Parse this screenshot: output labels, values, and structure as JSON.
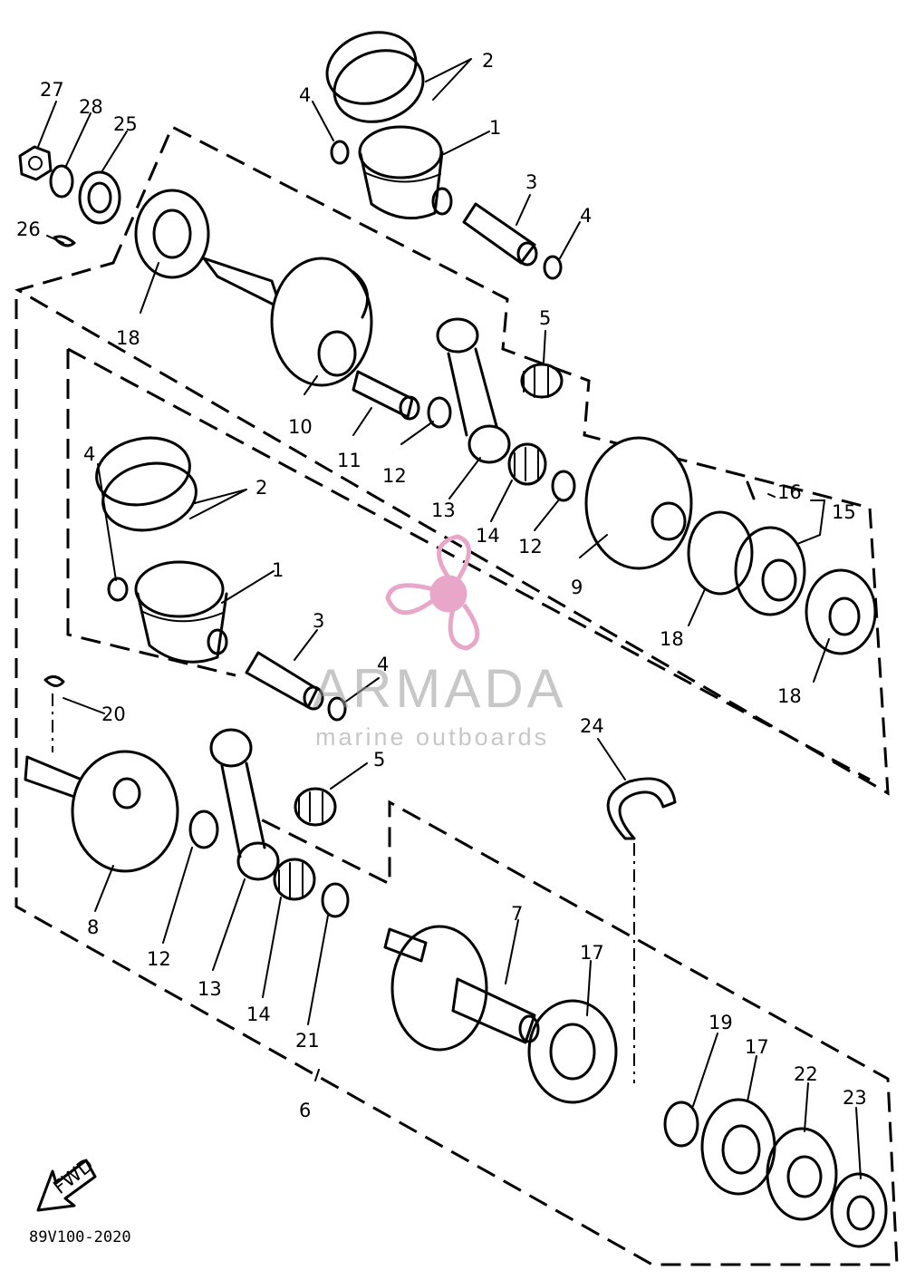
{
  "diagram_code": "89V100-2020",
  "watermark": {
    "brand": "ARMADA",
    "tagline": "marine outboards",
    "color": "#e8a6c8"
  },
  "fwd_arrow": {
    "label": "FWD"
  },
  "callouts": [
    {
      "id": "c2a",
      "text": "2"
    },
    {
      "id": "c4a",
      "text": "4"
    },
    {
      "id": "c1a",
      "text": "1"
    },
    {
      "id": "c3a",
      "text": "3"
    },
    {
      "id": "c4b",
      "text": "4"
    },
    {
      "id": "c27",
      "text": "27"
    },
    {
      "id": "c28",
      "text": "28"
    },
    {
      "id": "c25",
      "text": "25"
    },
    {
      "id": "c26",
      "text": "26"
    },
    {
      "id": "c18a",
      "text": "18"
    },
    {
      "id": "c5a",
      "text": "5"
    },
    {
      "id": "c10",
      "text": "10"
    },
    {
      "id": "c11",
      "text": "11"
    },
    {
      "id": "c12a",
      "text": "12"
    },
    {
      "id": "c13a",
      "text": "13"
    },
    {
      "id": "c14a",
      "text": "14"
    },
    {
      "id": "c12b",
      "text": "12"
    },
    {
      "id": "c9",
      "text": "9"
    },
    {
      "id": "c16",
      "text": "16"
    },
    {
      "id": "c15",
      "text": "15"
    },
    {
      "id": "c18b",
      "text": "18"
    },
    {
      "id": "c18c",
      "text": "18"
    },
    {
      "id": "c2b",
      "text": "2"
    },
    {
      "id": "c4c",
      "text": "4"
    },
    {
      "id": "c1b",
      "text": "1"
    },
    {
      "id": "c3b",
      "text": "3"
    },
    {
      "id": "c4d",
      "text": "4"
    },
    {
      "id": "c20",
      "text": "20"
    },
    {
      "id": "c5b",
      "text": "5"
    },
    {
      "id": "c24",
      "text": "24"
    },
    {
      "id": "c8",
      "text": "8"
    },
    {
      "id": "c12c",
      "text": "12"
    },
    {
      "id": "c13b",
      "text": "13"
    },
    {
      "id": "c14b",
      "text": "14"
    },
    {
      "id": "c21",
      "text": "21"
    },
    {
      "id": "c7",
      "text": "7"
    },
    {
      "id": "c17a",
      "text": "17"
    },
    {
      "id": "c6",
      "text": "6"
    },
    {
      "id": "c19",
      "text": "19"
    },
    {
      "id": "c17b",
      "text": "17"
    },
    {
      "id": "c22",
      "text": "22"
    },
    {
      "id": "c23",
      "text": "23"
    }
  ]
}
